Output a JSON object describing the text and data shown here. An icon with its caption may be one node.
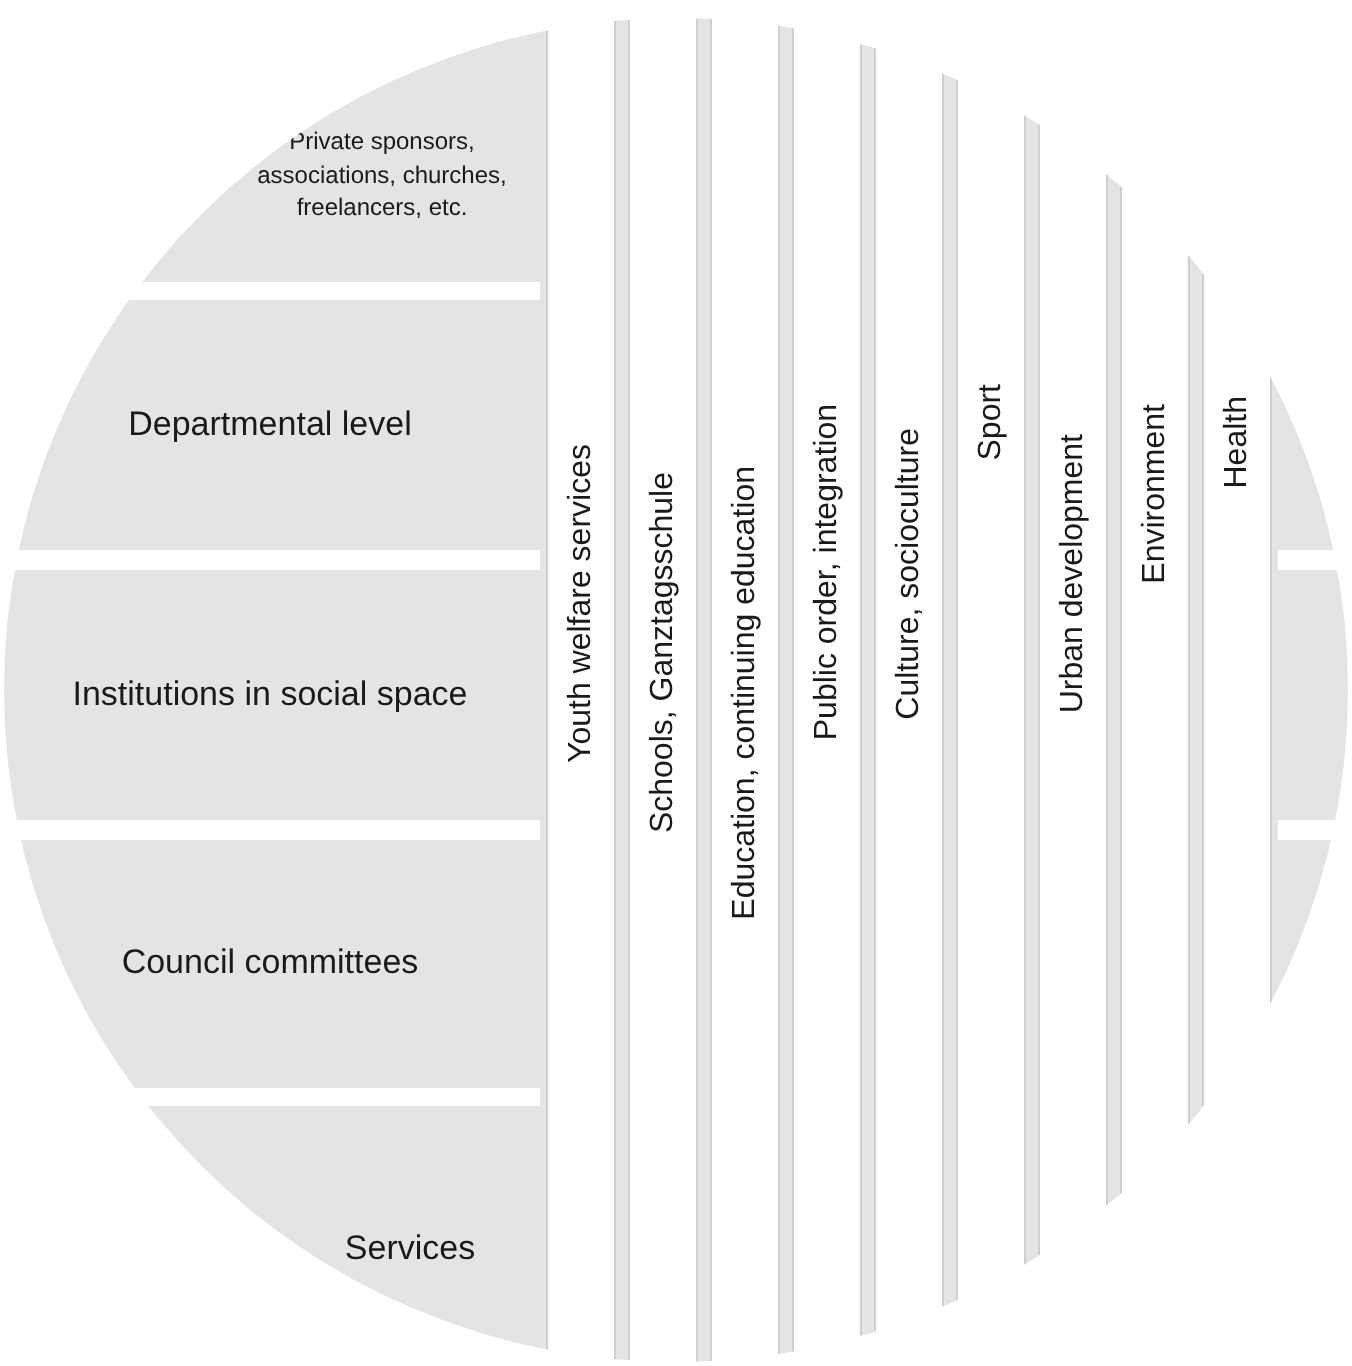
{
  "diagram": {
    "nodes": [
      {
        "text": [
          "Private sponsors, associations, churches, freelancers, etc."
        ]
      },
      {
        "text": [
          "Departmental level"
        ]
      },
      {
        "text": [
          "Institutions in social space"
        ]
      },
      {
        "text": [
          "Council committees"
        ]
      },
      {
        "text": [
          "Services"
        ]
      },
      {
        "text": [
          "Youth welfare services"
        ]
      },
      {
        "text": [
          "Schools, Ganztagsschule"
        ]
      },
      {
        "text": [
          "Education, continuing education"
        ]
      },
      {
        "text": [
          "Public order, integration"
        ]
      },
      {
        "text": [
          "Culture, socioculture"
        ]
      },
      {
        "text": [
          "Sport"
        ]
      },
      {
        "text": [
          "Urban development"
        ]
      },
      {
        "text": [
          "Environment"
        ]
      },
      {
        "text": [
          "Health"
        ]
      }
    ]
  }
}
